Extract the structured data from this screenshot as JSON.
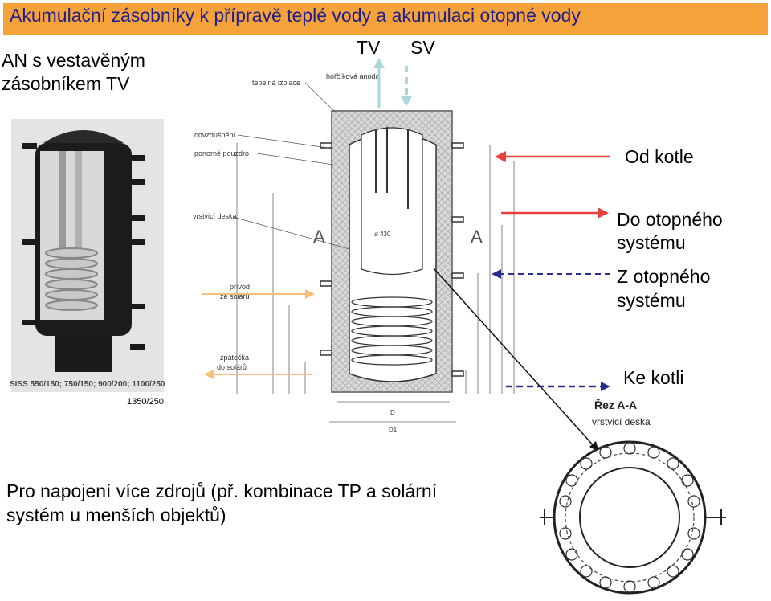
{
  "title": "Akumulační zásobníky k přípravě teplé vody a akumulaci otopné vody",
  "subtitle_line1": "AN s vestavěným",
  "subtitle_line2": "zásobníkem TV",
  "top_labels": {
    "tv": "TV",
    "sv": "SV"
  },
  "right_labels": {
    "od_kotle": "Od kotle",
    "do_otopneho_1": "Do otopného",
    "do_otopneho_2": "systému",
    "z_otopneho_1": "Z otopného",
    "z_otopneho_2": "systému",
    "ke_kotli": "Ke kotli"
  },
  "diagram_labels": {
    "tepelna_izolace": "tepelná izolace",
    "horcikova_anoda": "hořčíková anoda",
    "odvzdusneni": "odvzdušnění",
    "ponorne_pouzdro": "ponorné pouzdro",
    "vrstvici_deska": "vrstvicí deska",
    "privod_1": "přívod",
    "privod_2": "ze solárů",
    "zpatecka_1": "zpátečka",
    "zpatecka_2": "do solárů",
    "diameter": "ø 430",
    "section_a": "A",
    "dim_d": "D",
    "dim_d1": "D1"
  },
  "product_caption": "SISS 550/150; 750/150; 900/200; 1100/250",
  "product_caption_2": "1350/250",
  "section_title": "Řez A-A",
  "section_subtitle": "vrstvicí deska",
  "bottom_text_1": "Pro napojení více zdrojů (př. kombinace TP a solární",
  "bottom_text_2": "systém u menších objektů)",
  "colors": {
    "title_bg": "#f5a23a",
    "title_text": "#1f1f8a",
    "hot_arrow": "#e8413c",
    "cold_arrow": "#2b2e8c",
    "solar_arrow": "#f7c07a",
    "water_arrow": "#a8d8dc"
  }
}
